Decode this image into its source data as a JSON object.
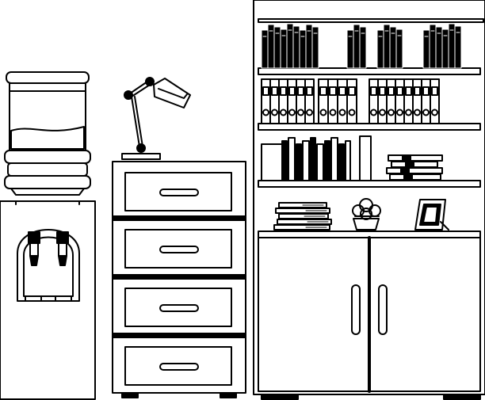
{
  "colors": {
    "ink": "#000000",
    "paper": "#ffffff"
  },
  "scene": {
    "objects": [
      {
        "name": "water-cooler",
        "icon": "water-cooler-icon"
      },
      {
        "name": "drawer-cabinet",
        "drawer_count": 4,
        "icon": "drawer-cabinet-icon"
      },
      {
        "name": "desk-lamp",
        "icon": "desk-lamp-icon"
      },
      {
        "name": "bookcase",
        "shelf_count": 4,
        "door_count": 2,
        "icon": "bookcase-icon"
      },
      {
        "name": "potted-plant",
        "icon": "plant-icon"
      },
      {
        "name": "picture-frame",
        "icon": "picture-frame-icon"
      }
    ]
  }
}
